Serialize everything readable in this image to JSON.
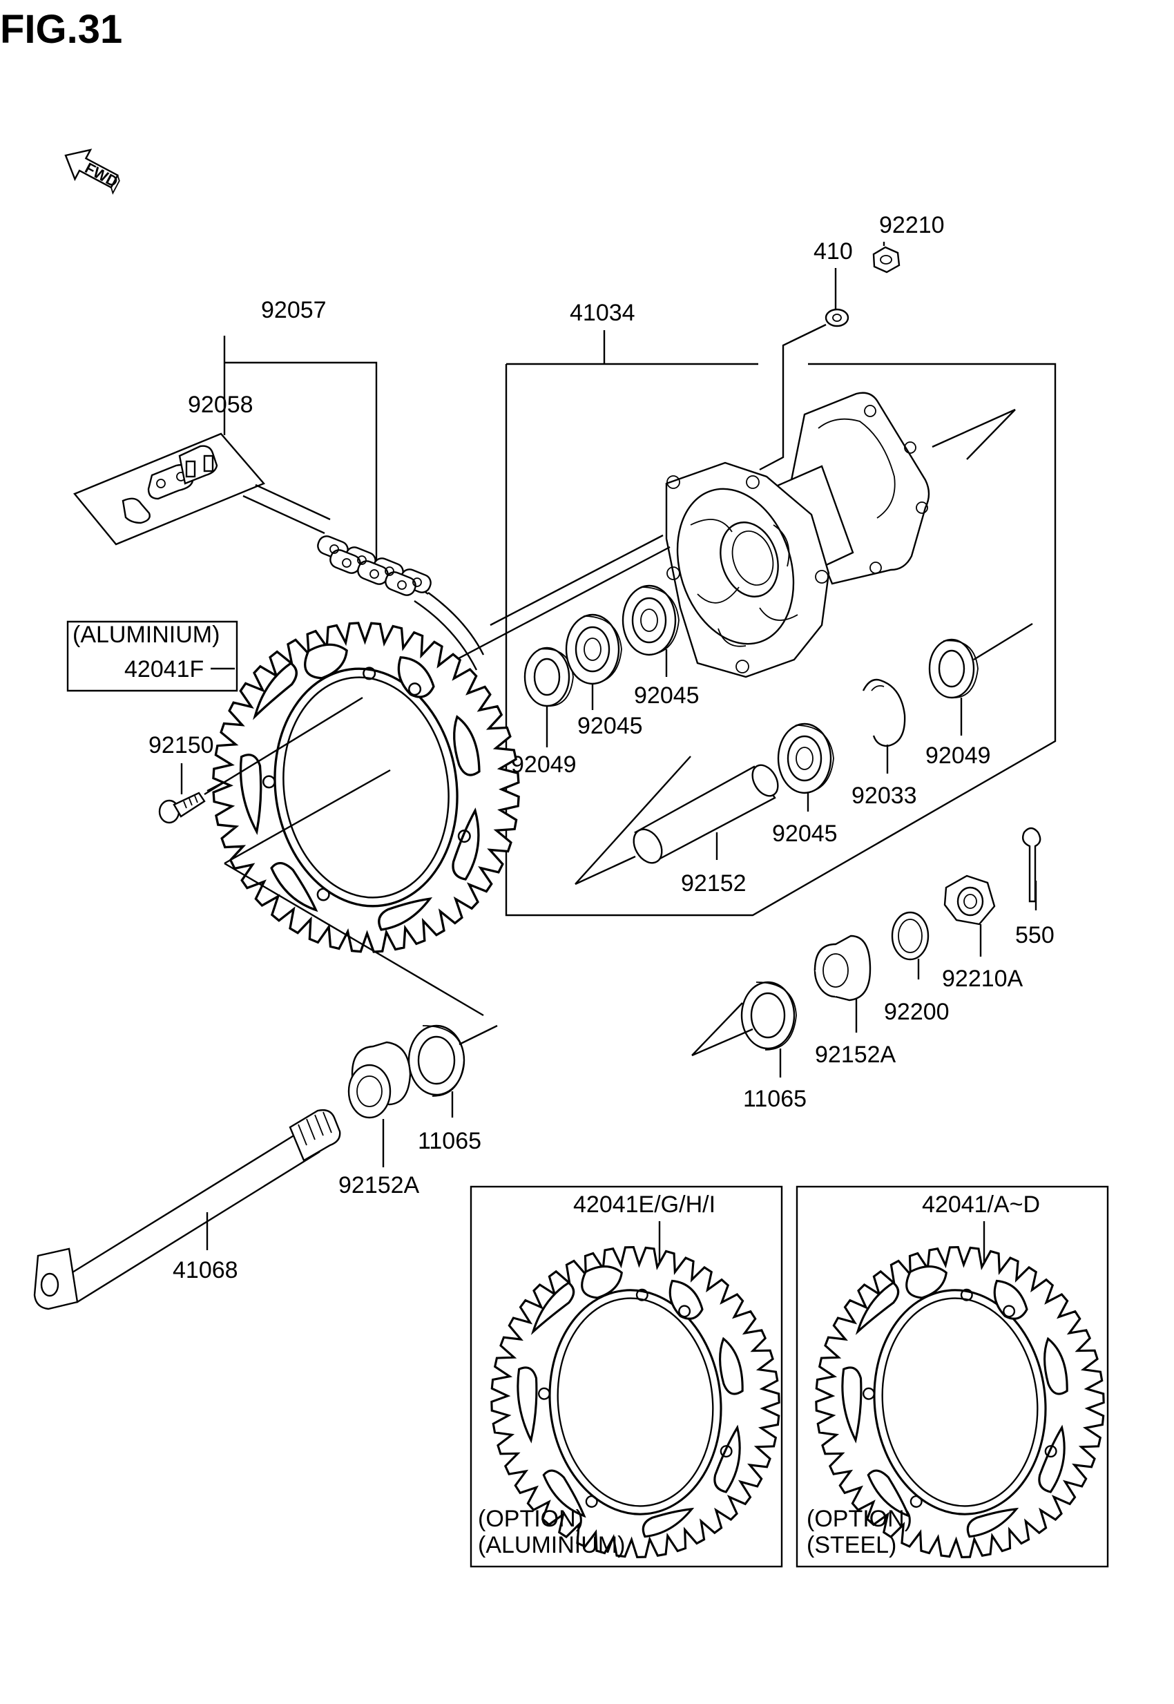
{
  "figure_title": "FIG.31",
  "fwd_label": "FWD",
  "parts": {
    "p92057": "92057",
    "p92058": "92058",
    "p41034": "41034",
    "p410": "410",
    "p92210": "92210",
    "p42041F": "42041F",
    "p92150": "92150",
    "p92049_left": "92049",
    "p92045_a": "92045",
    "p92045_b": "92045",
    "p92045_c": "92045",
    "p92049_right": "92049",
    "p92033": "92033",
    "p92152": "92152",
    "p550": "550",
    "p92210A": "92210A",
    "p92200": "92200",
    "p92152A_right": "92152A",
    "p11065_right": "11065",
    "p11065_left": "11065",
    "p92152A_left": "92152A",
    "p41068": "41068",
    "p42041EGHI": "42041E/G/H/I",
    "p42041AD": "42041/A~D"
  },
  "notes": {
    "aluminium_top": "(ALUMINIUM)",
    "option_left": "(OPTION)",
    "aluminium_bottom": "(ALUMINIUM)",
    "option_right": "(OPTION)",
    "steel": "(STEEL)"
  },
  "icons": {
    "fwd_arrow": "fwd-arrow-icon"
  }
}
